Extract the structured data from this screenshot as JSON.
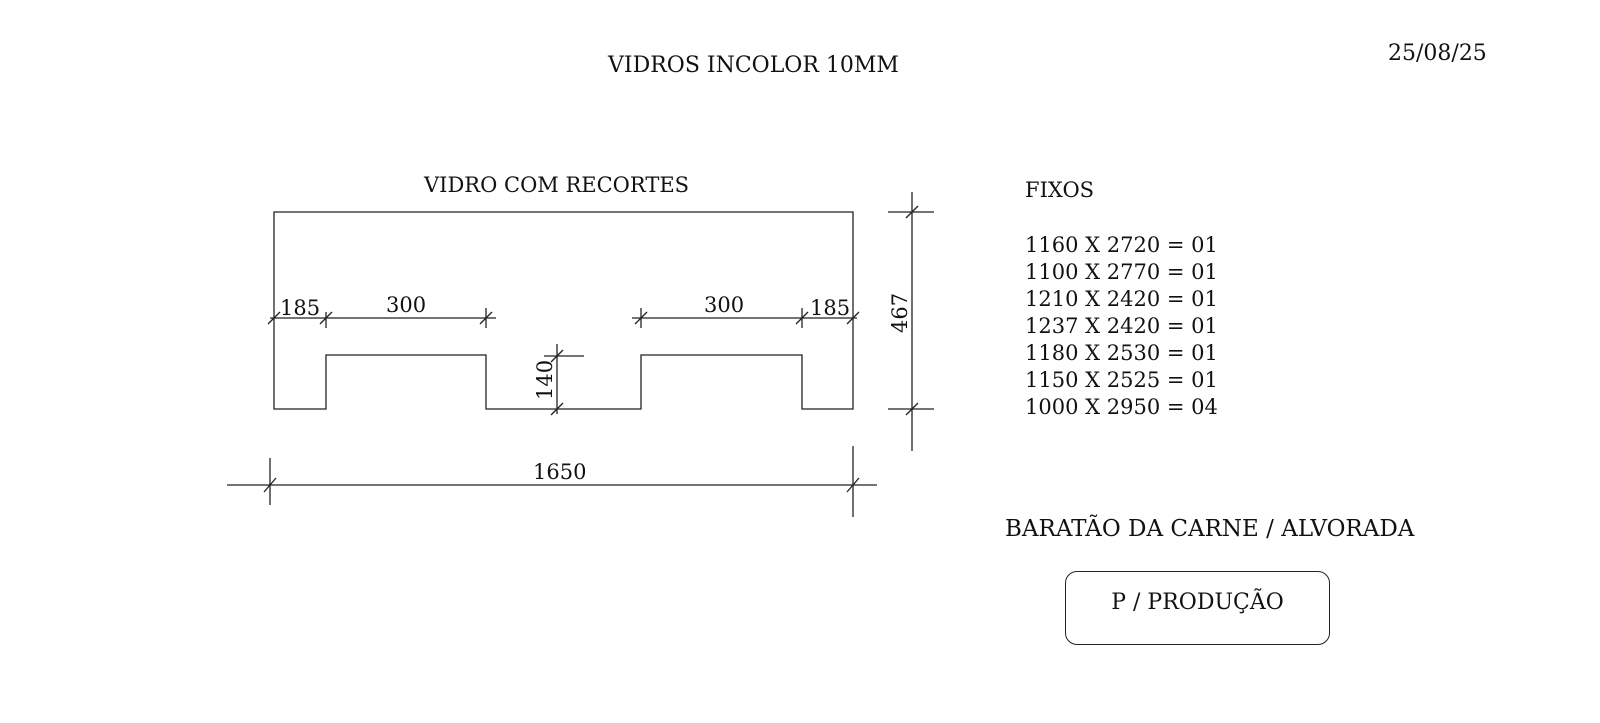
{
  "header": {
    "title": "VIDROS  INCOLOR 10MM",
    "date": "25/08/25"
  },
  "drawing": {
    "title": "VIDRO COM RECORTES",
    "dimensions": {
      "left_margin": "185",
      "cutout_left_width": "300",
      "cutout_right_width": "300",
      "right_margin": "185",
      "cutout_depth": "140",
      "height": "467",
      "total_width": "1650"
    }
  },
  "fixos": {
    "heading": "FIXOS",
    "items": [
      "1160 X 2720 = 01",
      "1100 X 2770 = 01",
      "1210 X 2420 = 01",
      "1237 X 2420 = 01",
      "1180 X 2530 = 01",
      "1150 X 2525 = 01",
      "1000 X 2950 = 04"
    ]
  },
  "footer": {
    "client": "BARATÃO DA CARNE / ALVORADA",
    "stamp": "P / PRODUÇÃO"
  }
}
